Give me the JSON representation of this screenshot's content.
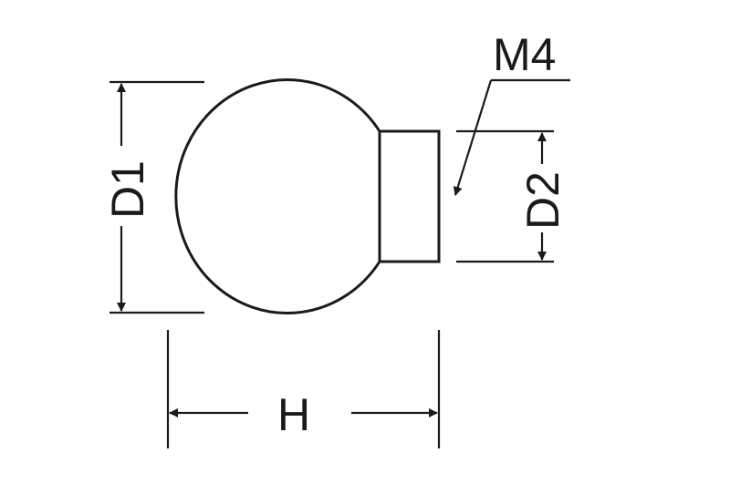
{
  "diagram": {
    "labels": {
      "d1": "D1",
      "d2": "D2",
      "h": "H",
      "thread": "M4"
    },
    "colors": {
      "line": "#1a1a1a",
      "background": "#ffffff"
    }
  }
}
